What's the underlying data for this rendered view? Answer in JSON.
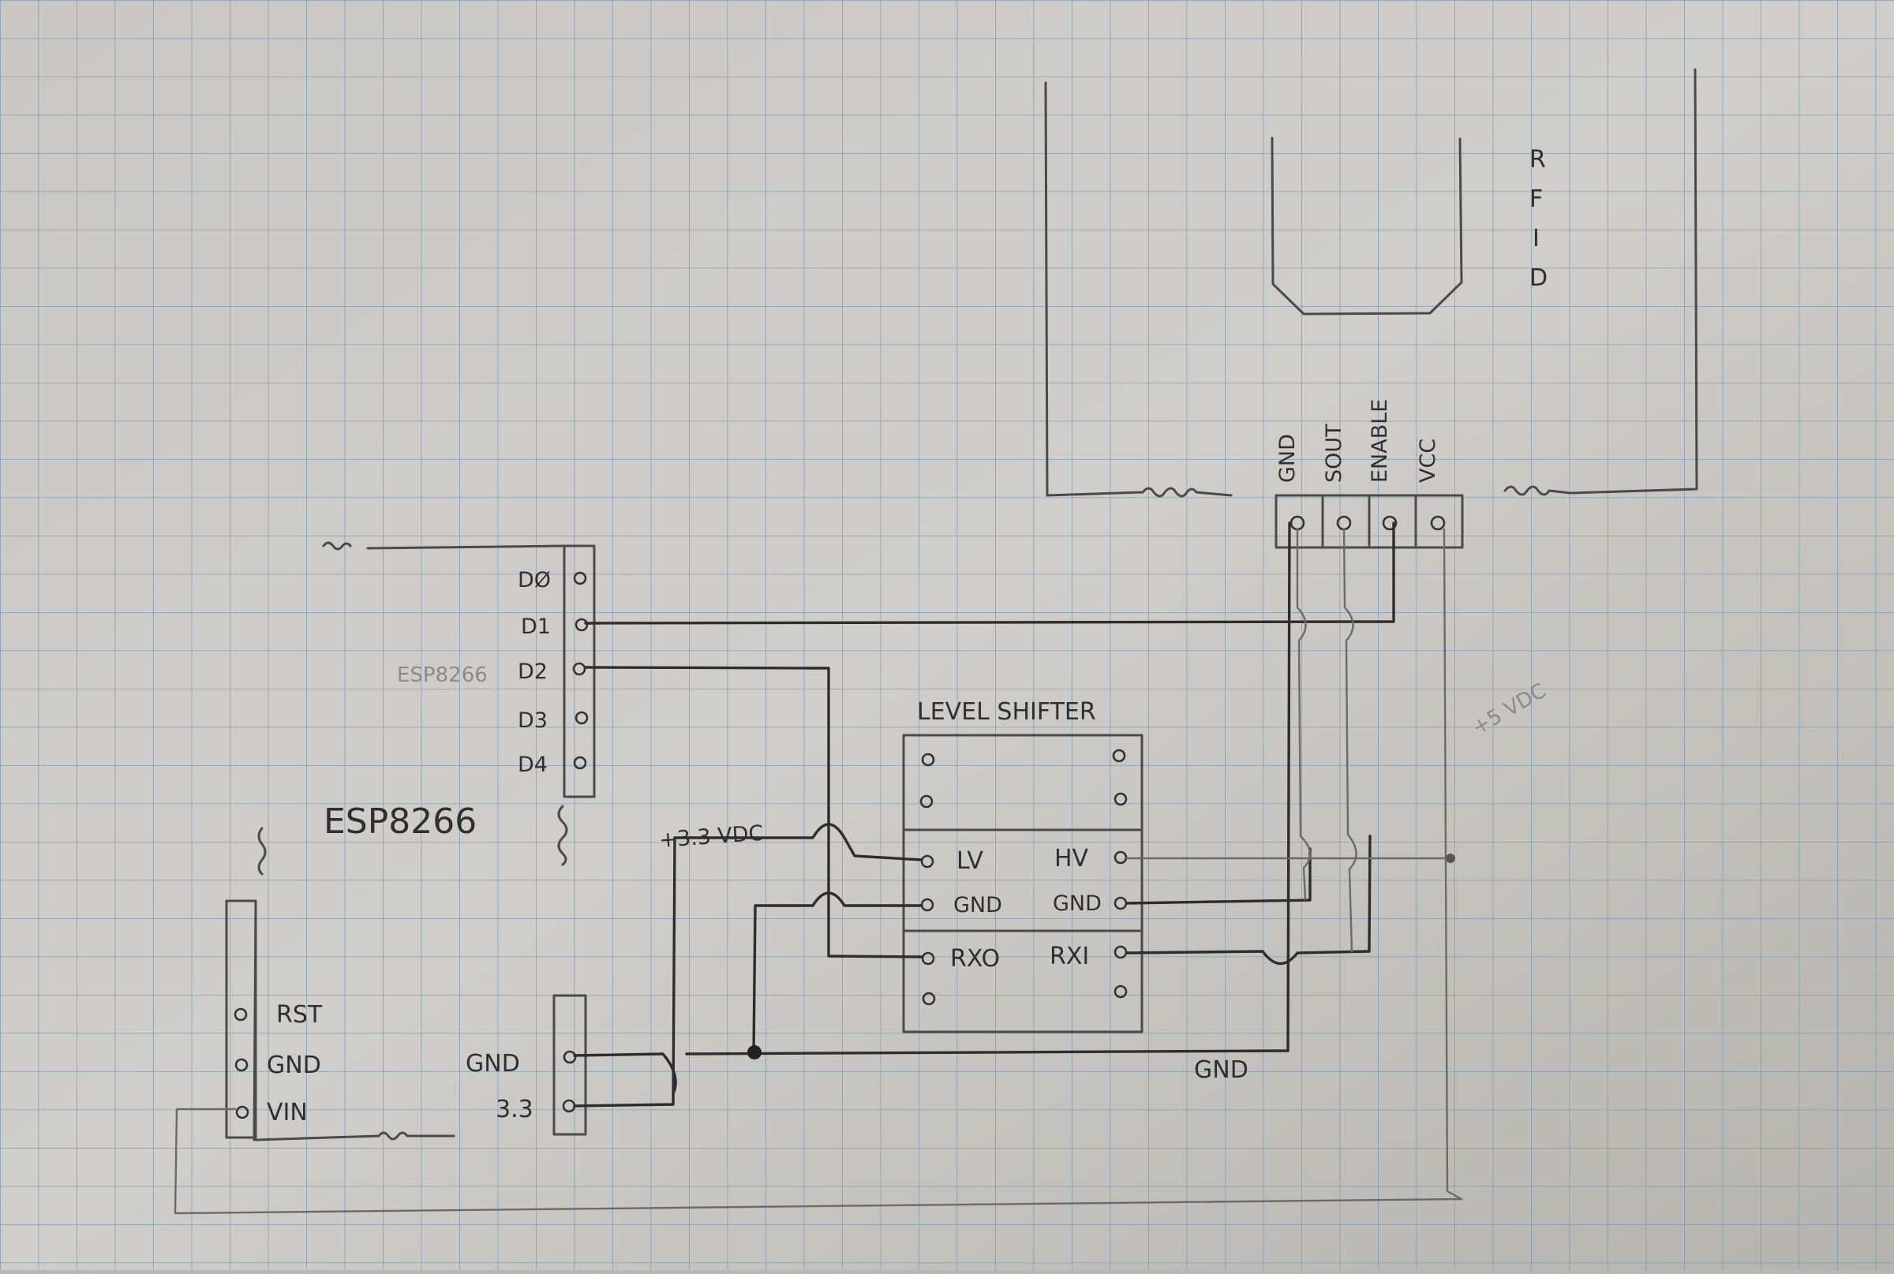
{
  "rfid": {
    "title_letters": [
      "R",
      "F",
      "I",
      "D"
    ],
    "pins": [
      {
        "label": "GND"
      },
      {
        "label": "SOUT"
      },
      {
        "label": "ENABLE"
      },
      {
        "label": "VCC"
      }
    ]
  },
  "esp_header": {
    "pins": [
      "DØ",
      "D1",
      "D2",
      "D3",
      "D4"
    ]
  },
  "esp_title": "ESP8266",
  "esp_ghost_label": "ESP8266",
  "esp_power_header": {
    "pins": [
      "RST",
      "GND",
      "VIN"
    ]
  },
  "power_header": {
    "pins": [
      "GND",
      "3.3"
    ]
  },
  "level_shifter": {
    "title": "LEVEL SHIFTER",
    "rows": [
      {
        "left": "",
        "right": ""
      },
      {
        "left": "",
        "right": ""
      },
      {
        "left": "LV",
        "right": "HV"
      },
      {
        "left": "GND",
        "right": "GND"
      },
      {
        "left": "RXO",
        "right": "RXI"
      },
      {
        "left": "",
        "right": ""
      }
    ]
  },
  "rail_labels": {
    "v33": "+3.3 VDC",
    "v5": "+5 VDC",
    "gnd": "GND"
  }
}
